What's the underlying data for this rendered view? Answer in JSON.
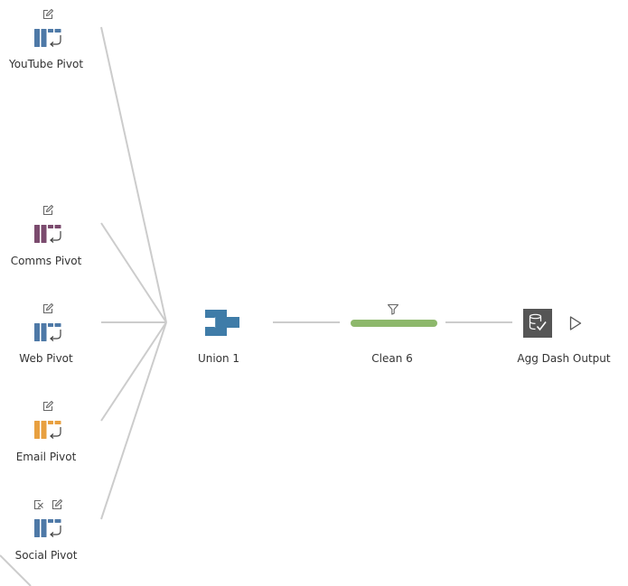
{
  "flow": {
    "nodes": {
      "youtube_pivot": {
        "label": "YouTube Pivot",
        "icon": "pivot-icon",
        "color": "#4E79A7"
      },
      "comms_pivot": {
        "label": "Comms Pivot",
        "icon": "pivot-icon",
        "color": "#7B4B6E"
      },
      "web_pivot": {
        "label": "Web Pivot",
        "icon": "pivot-icon",
        "color": "#4E79A7"
      },
      "email_pivot": {
        "label": "Email Pivot",
        "icon": "pivot-icon",
        "color": "#E8A040"
      },
      "social_pivot": {
        "label": "Social Pivot",
        "icon": "pivot-icon",
        "color": "#4E79A7"
      },
      "union": {
        "label": "Union 1",
        "icon": "union-icon",
        "color": "#3F7CA8"
      },
      "clean": {
        "label": "Clean 6",
        "icon": "clean-step-bar",
        "color": "#8DB86B"
      },
      "output": {
        "label": "Agg Dash Output",
        "icon": "output-icon",
        "color": "#555555"
      }
    },
    "badges": {
      "edit": "edit-pencil-icon",
      "exit": "exit-icon",
      "filter": "filter-icon",
      "run": "run-play-icon"
    },
    "colors": {
      "connector": "#CCCCCC",
      "badge": "#666666",
      "pivot_arrow": "#444444"
    }
  }
}
